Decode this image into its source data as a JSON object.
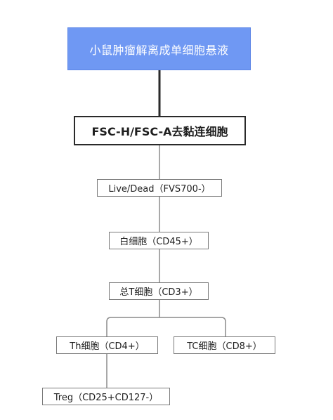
{
  "diagram": {
    "root": "小鼠肿瘤解离成单细胞悬液",
    "gate": "FSC-H/FSC-A去黏连细胞",
    "live_dead": "Live/Dead（FVS700-）",
    "leukocyte": "白细胞（CD45+）",
    "t_cell": "总T细胞（CD3+）",
    "th_cell": "Th细胞（CD4+）",
    "tc_cell": "TC细胞（CD8+）",
    "treg": "Treg（CD25+CD127-）"
  },
  "colors": {
    "root_fill": "#6f98f3",
    "connector_thick": "#2a2a2a",
    "connector_thin": "#8a8a8a"
  }
}
